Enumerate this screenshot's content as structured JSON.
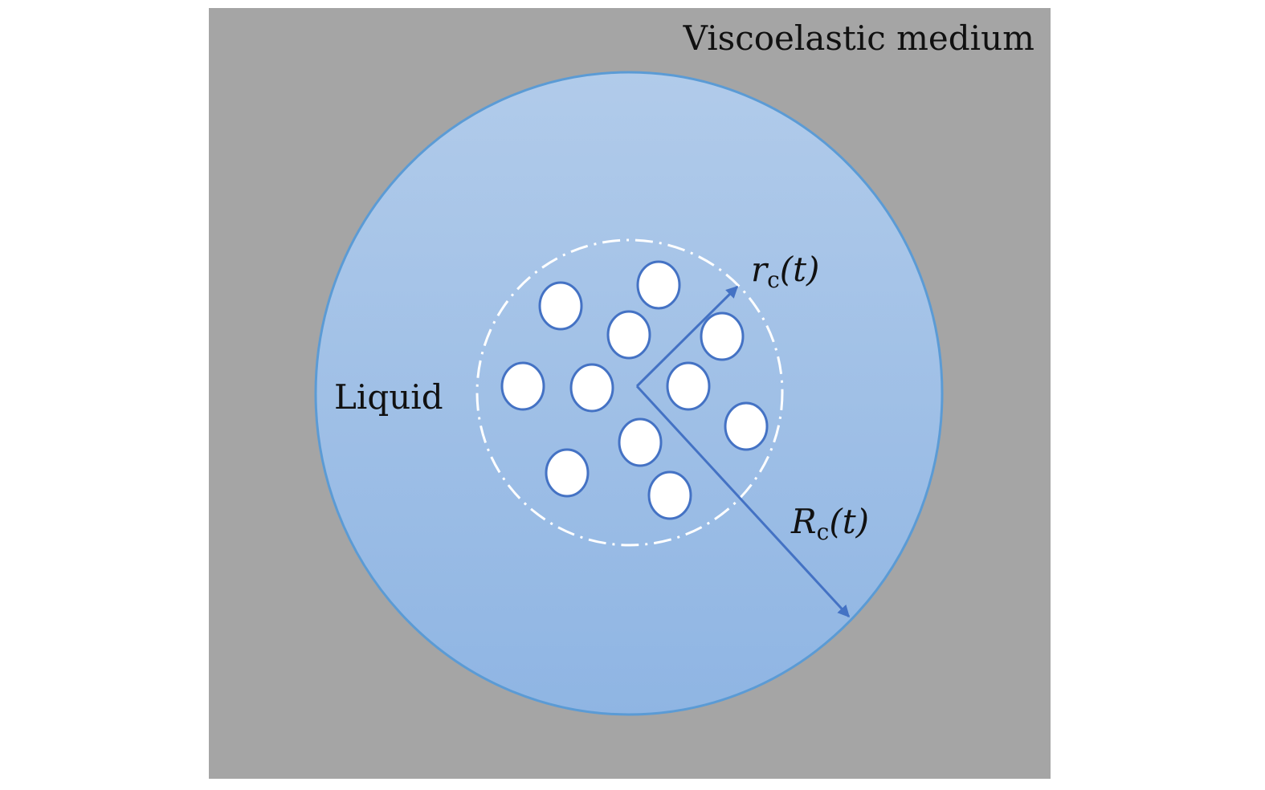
{
  "labels": {
    "medium": "Viscoelastic medium",
    "liquid": "Liquid",
    "inner_radius_symbol": "r",
    "inner_radius_subscript": "c",
    "inner_radius_arg": "(t)",
    "outer_radius_symbol": "R",
    "outer_radius_subscript": "c",
    "outer_radius_arg": "(t)"
  },
  "colors": {
    "medium": "#a5a5a5",
    "liquid_top": "#b1cbea",
    "liquid_bottom": "#8fb5e3",
    "liquid_border": "#5b9bd5",
    "arrow": "#4472c4",
    "bubble_fill": "#ffffff",
    "bubble_border": "#4472c4"
  },
  "bubble_count": 11
}
